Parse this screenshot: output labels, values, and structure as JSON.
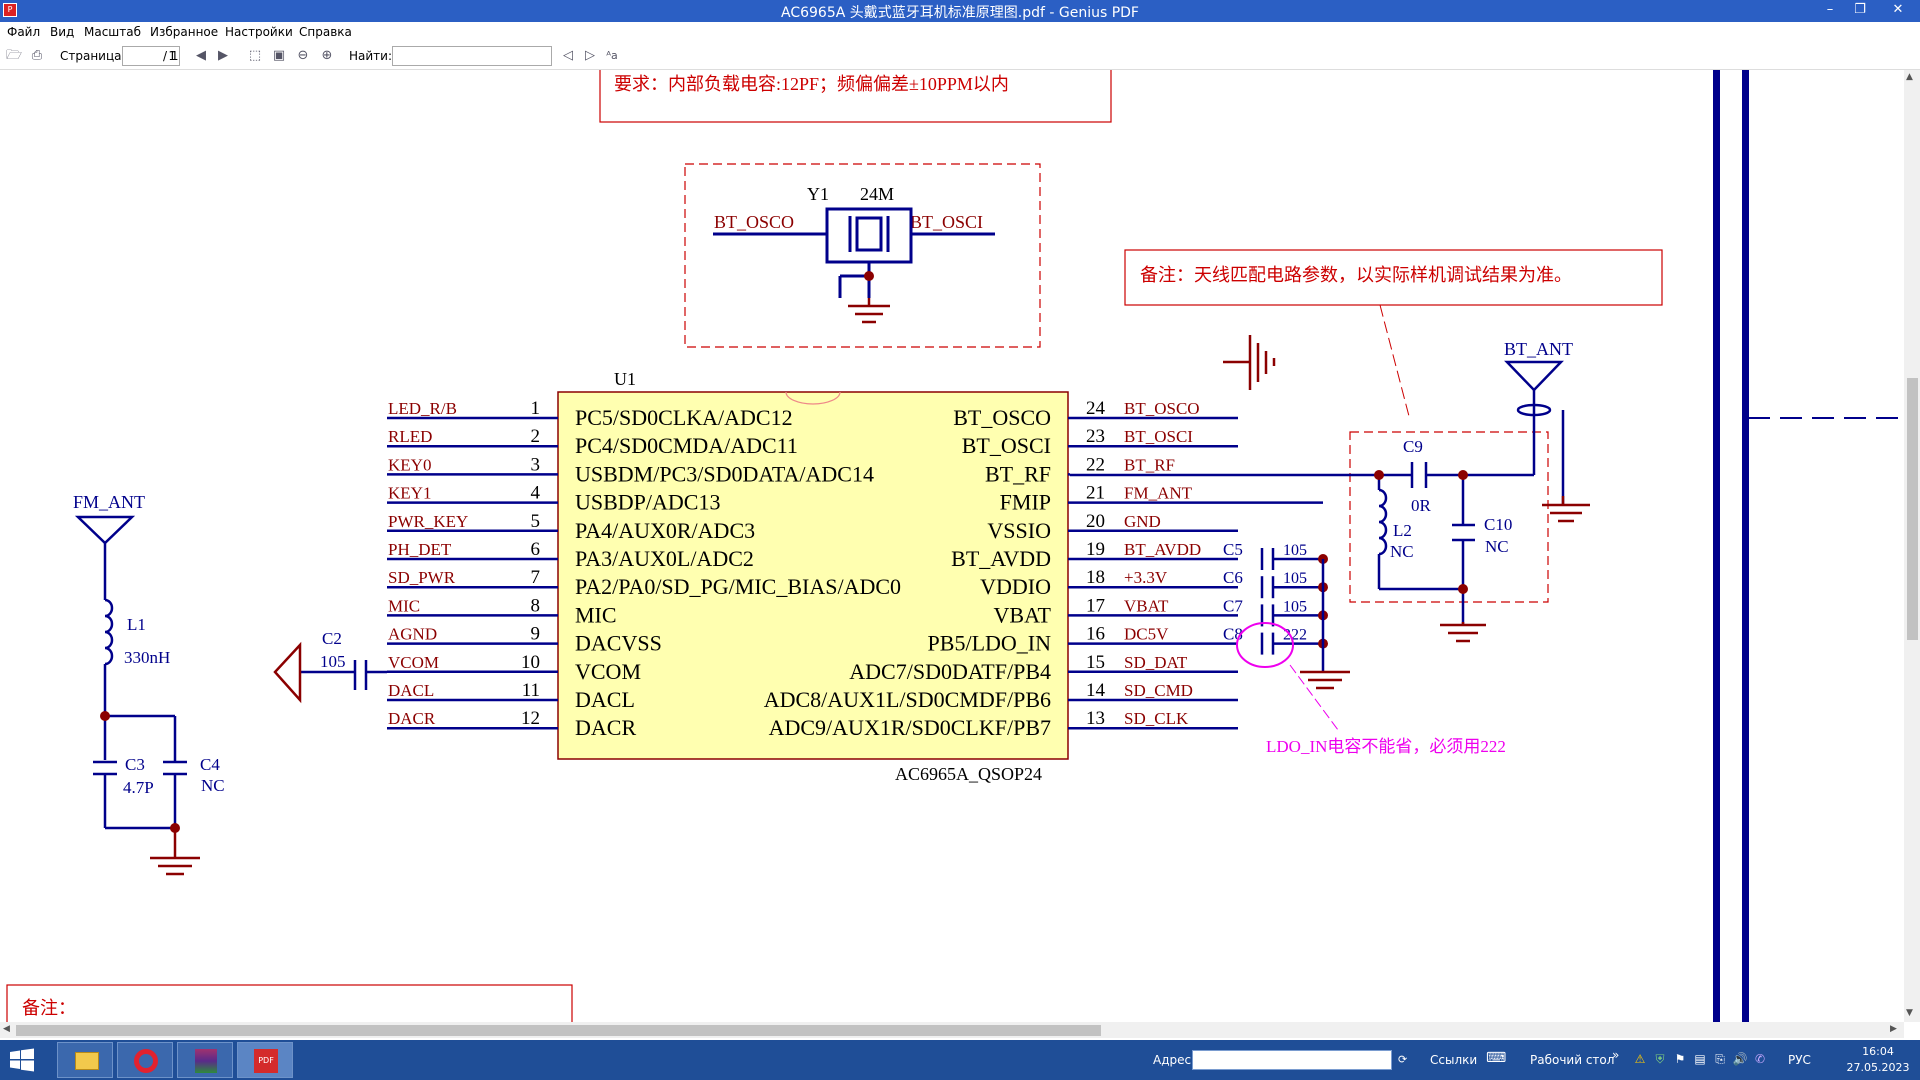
{
  "window": {
    "title": "AC6965A 头戴式蓝牙耳机标准原理图.pdf - Genius PDF",
    "minimize": "–",
    "restore": "❐",
    "close": "✕"
  },
  "menu": [
    "Файл",
    "Вид",
    "Масштаб",
    "Избранное",
    "Настройки",
    "Справка"
  ],
  "toolbar": {
    "page_label": "Страница:",
    "page_value": "1",
    "page_total": "/ 1",
    "find_label": "Найти:",
    "find_value": ""
  },
  "schematic": {
    "notes": {
      "crystal_req": "要求：内部负载电容:12PF；频偏偏差±10PPM以内",
      "antenna_note": "备注：天线匹配电路参数，以实际样机调试结果为准。",
      "ldo_note": "LDO_IN电容不能省，必须用222",
      "bottom_note": "备注："
    },
    "crystal": {
      "ref": "Y1",
      "value": "24M",
      "left_net": "BT_OSCO",
      "right_net": "BT_OSCI"
    },
    "chip": {
      "ref": "U1",
      "part": "AC6965A_QSOP24",
      "left_pins": [
        {
          "num": "1",
          "net": "LED_R/B",
          "name": "PC5/SD0CLKA/ADC12"
        },
        {
          "num": "2",
          "net": "RLED",
          "name": "PC4/SD0CMDA/ADC11"
        },
        {
          "num": "3",
          "net": "KEY0",
          "name": "USBDM/PC3/SD0DATA/ADC14"
        },
        {
          "num": "4",
          "net": "KEY1",
          "name": "USBDP/ADC13"
        },
        {
          "num": "5",
          "net": "PWR_KEY",
          "name": "PA4/AUX0R/ADC3"
        },
        {
          "num": "6",
          "net": "PH_DET",
          "name": "PA3/AUX0L/ADC2"
        },
        {
          "num": "7",
          "net": "SD_PWR",
          "name": "PA2/PA0/SD_PG/MIC_BIAS/ADC0"
        },
        {
          "num": "8",
          "net": "MIC",
          "name": "MIC"
        },
        {
          "num": "9",
          "net": "AGND",
          "name": "DACVSS"
        },
        {
          "num": "10",
          "net": "VCOM",
          "name": "VCOM"
        },
        {
          "num": "11",
          "net": "DACL",
          "name": "DACL"
        },
        {
          "num": "12",
          "net": "DACR",
          "name": "DACR"
        }
      ],
      "right_pins": [
        {
          "num": "24",
          "net": "BT_OSCO",
          "name": "BT_OSCO"
        },
        {
          "num": "23",
          "net": "BT_OSCI",
          "name": "BT_OSCI"
        },
        {
          "num": "22",
          "net": "BT_RF",
          "name": "BT_RF"
        },
        {
          "num": "21",
          "net": "FM_ANT",
          "name": "FMIP"
        },
        {
          "num": "20",
          "net": "GND",
          "name": "VSSIO"
        },
        {
          "num": "19",
          "net": "BT_AVDD",
          "name": "BT_AVDD"
        },
        {
          "num": "18",
          "net": "+3.3V",
          "name": "VDDIO"
        },
        {
          "num": "17",
          "net": "VBAT",
          "name": "VBAT"
        },
        {
          "num": "16",
          "net": "DC5V",
          "name": "PB5/LDO_IN"
        },
        {
          "num": "15",
          "net": "SD_DAT",
          "name": "ADC7/SD0DATF/PB4"
        },
        {
          "num": "14",
          "net": "SD_CMD",
          "name": "ADC8/AUX1L/SD0CMDF/PB6"
        },
        {
          "num": "13",
          "net": "SD_CLK",
          "name": "ADC9/AUX1R/SD0CLKF/PB7"
        }
      ]
    },
    "decaps": [
      {
        "ref": "C5",
        "value": "105"
      },
      {
        "ref": "C6",
        "value": "105"
      },
      {
        "ref": "C7",
        "value": "105"
      },
      {
        "ref": "C8",
        "value": "222"
      }
    ],
    "antenna_match": {
      "ant": "BT_ANT",
      "series": {
        "ref": "C9",
        "value": "0R"
      },
      "shunt_l": {
        "ref": "L2",
        "value": "NC"
      },
      "shunt_c": {
        "ref": "C10",
        "value": "NC"
      }
    },
    "fm": {
      "ant": "FM_ANT",
      "l1": {
        "ref": "L1",
        "value": "330nH"
      },
      "c3": {
        "ref": "C3",
        "value": "4.7P"
      },
      "c4": {
        "ref": "C4",
        "value": "NC"
      }
    },
    "vcom_cap": {
      "ref": "C2",
      "value": "105"
    }
  },
  "taskbar": {
    "address_label": "Адрес",
    "links": "Ссылки",
    "desktop": "Рабочий стол",
    "lang": "РУС",
    "time": "16:04",
    "date": "27.05.2023"
  }
}
